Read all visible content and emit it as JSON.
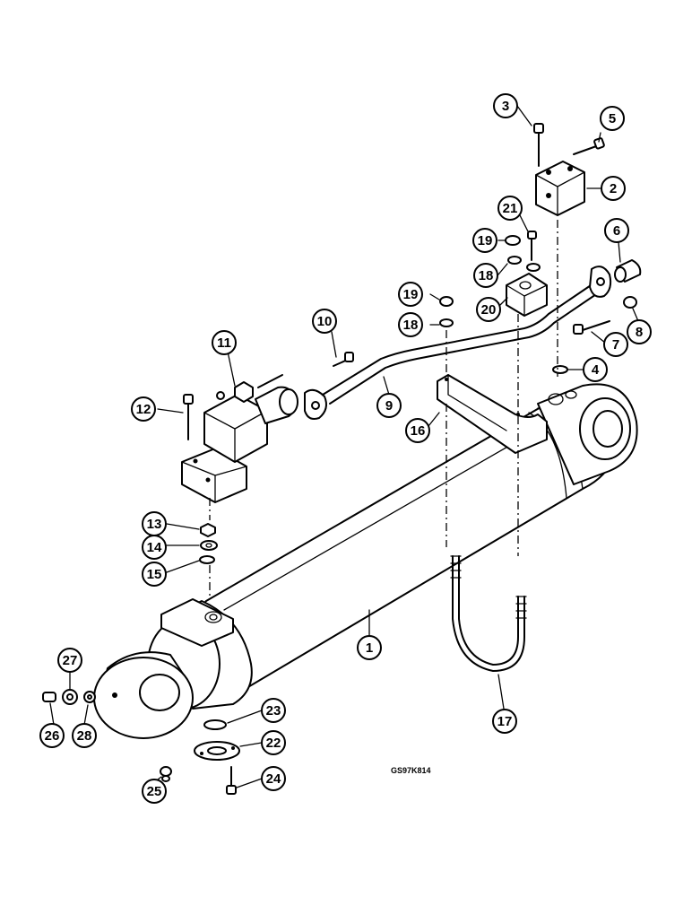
{
  "drawing_ref": "GS97K814",
  "callouts": [
    {
      "num": "1"
    },
    {
      "num": "2"
    },
    {
      "num": "3"
    },
    {
      "num": "4"
    },
    {
      "num": "5"
    },
    {
      "num": "6"
    },
    {
      "num": "7"
    },
    {
      "num": "8"
    },
    {
      "num": "9"
    },
    {
      "num": "10"
    },
    {
      "num": "11"
    },
    {
      "num": "12"
    },
    {
      "num": "13"
    },
    {
      "num": "14"
    },
    {
      "num": "15"
    },
    {
      "num": "16"
    },
    {
      "num": "17"
    },
    {
      "num": "18"
    },
    {
      "num": "19"
    },
    {
      "num": "20"
    },
    {
      "num": "21"
    },
    {
      "num": "22"
    },
    {
      "num": "23"
    },
    {
      "num": "24"
    },
    {
      "num": "25"
    },
    {
      "num": "26"
    },
    {
      "num": "27"
    },
    {
      "num": "28"
    },
    {
      "num": "18"
    },
    {
      "num": "19"
    }
  ]
}
